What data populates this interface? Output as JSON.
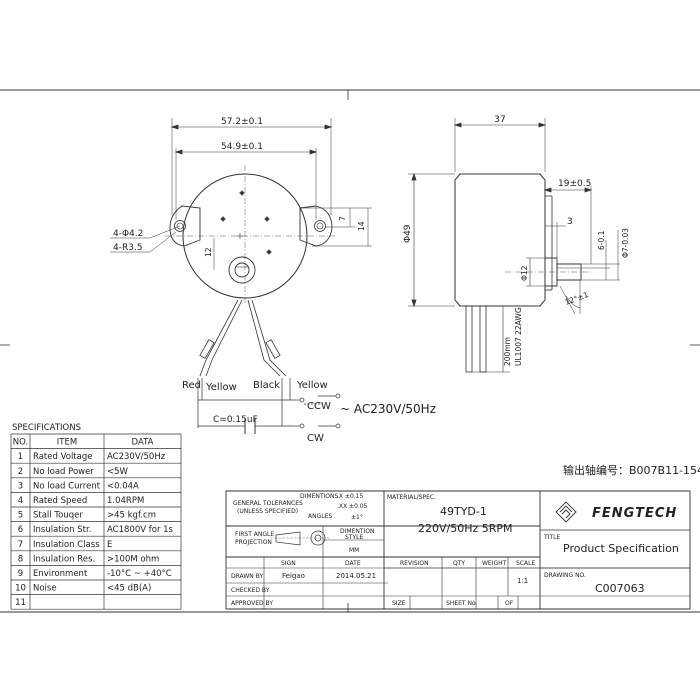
{
  "dimensions": {
    "overall_width": "57.2±0.1",
    "hole_spacing": "54.9±0.1",
    "depth": "37",
    "mount_holes": "4-Φ4.2",
    "mount_radius": "4-R3.5",
    "diameter": "Φ49",
    "offset_7": "7",
    "offset_14": "14",
    "offset_12": "12",
    "shaft_length": "19±0.5",
    "boss_3": "3",
    "boss_dia": "Φ12",
    "shaft_flat": "6-0.1",
    "shaft_dia": "Φ7-0.03",
    "chamfer": "12°±1",
    "lead_length": "200mm",
    "wire_spec": "UL1007 22AWG"
  },
  "wiring": {
    "red": "Red",
    "yellow1": "Yellow",
    "black": "Black",
    "yellow2": "Yellow",
    "ccw": "CCW",
    "cw": "CW",
    "capacitor": "C=0.15uF",
    "supply": "~ AC230V/50Hz"
  },
  "specifications": {
    "title": "SPECIFICATIONS",
    "headers": [
      "NO.",
      "ITEM",
      "DATA"
    ],
    "rows": [
      [
        "1",
        "Rated Voltage",
        "AC230V/50Hz"
      ],
      [
        "2",
        "No load Power",
        "<5W"
      ],
      [
        "3",
        "No load Current",
        "<0.04A"
      ],
      [
        "4",
        "Rated Speed",
        "1.04RPM"
      ],
      [
        "5",
        "Stall Touqer",
        ">45 kgf.cm"
      ],
      [
        "6",
        "Insulation Str.",
        "AC1800V for 1s"
      ],
      [
        "7",
        "Insulation Class",
        "E"
      ],
      [
        "8",
        "Insulation Res.",
        ">100M ohm"
      ],
      [
        "9",
        "Environment",
        "-10°C ~ +40°C"
      ],
      [
        "10",
        "Noise",
        "<45 dB(A)"
      ],
      [
        "11",
        "",
        ""
      ]
    ]
  },
  "part_number": "输出轴编号：B007B11-154",
  "title_block": {
    "general_tol_1": "GENERAL TOLERANCES",
    "general_tol_2": "(UNLESS SPECIFIED)",
    "dimentions": "DIMENTIONS",
    "tol_x": ".X   ±0.15",
    "tol_xx": ".XX  ±0.05",
    "angles": "ANGLES",
    "tol_angle": "±1°",
    "material_spec": "MATERIAL/SPEC.",
    "model": "49TYD-1",
    "model_spec": "220V/50Hz 5RPM",
    "company": "FENGTECH",
    "first_angle_1": "FIRST ANGLE",
    "first_angle_2": "PROJECTION",
    "dimention_style_1": "DIMENTION",
    "dimention_style_2": "STYLE",
    "unit": "MM",
    "title_label": "TITLE",
    "title": "Product Specification",
    "sign": "SIGN",
    "date": "DATE",
    "revision": "REVISION",
    "qty": "QTY",
    "weight": "WEIGHT",
    "scale": "SCALE",
    "drawing_no_label": "DRAWING NO.",
    "drawn_by": "DRAWN BY",
    "drawn_sign": "Feigao",
    "drawn_date": "2014.05.21",
    "scale_value": "1:1",
    "drawing_no": "C007063",
    "checked_by": "CHECKED BY",
    "approved_by": "APPROVED BY",
    "size": "SIZE",
    "sheet_no": "SHEET No.",
    "of": "OF"
  }
}
